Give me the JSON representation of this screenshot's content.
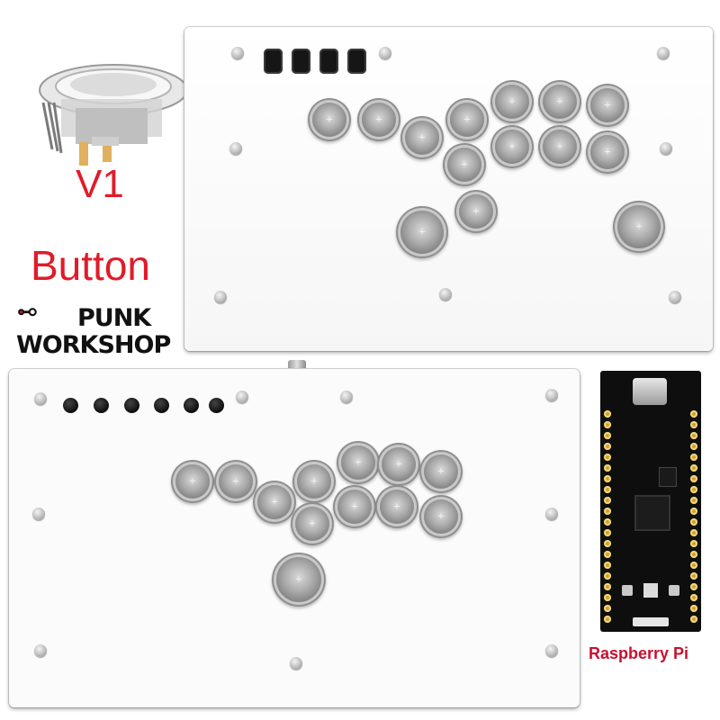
{
  "captions": {
    "v1": "V1",
    "button": "Button",
    "brand_line1": "PUNK",
    "brand_line2": "WORKSHOP",
    "board": "Raspberry Pi"
  },
  "colors": {
    "caption_red": "#e01c2a",
    "board_label_red": "#c8102e",
    "panel_white": "#fbfbfb",
    "button_grey": "#9a9a9a",
    "function_button_black": "#161616"
  },
  "icons": [
    "v1-button-photo",
    "punk-workshop-logo",
    "raspberry-pi-pico-board",
    "screw-icon",
    "arcade-button"
  ]
}
